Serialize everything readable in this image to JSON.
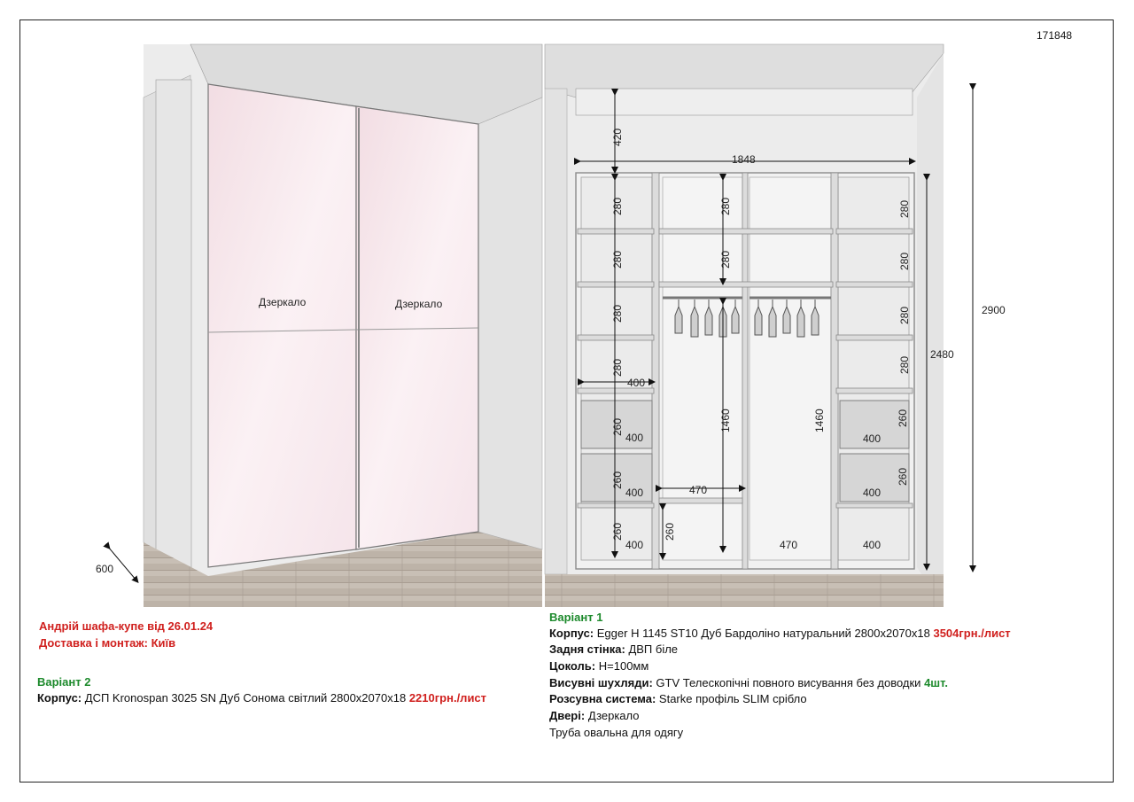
{
  "order_id": "171848",
  "left_view": {
    "door_label_left": "Дзеркало",
    "door_label_right": "Дзеркало",
    "depth_dim": "600"
  },
  "right_view": {
    "width_dim": "1848",
    "top_gap_dim": "420",
    "total_height_dim": "2900",
    "cabinet_height_dim": "2480",
    "shelf_dims_left": [
      "280",
      "280",
      "280",
      "280"
    ],
    "shelf_dims_mid": [
      "280",
      "280"
    ],
    "shelf_dims_right": [
      "280",
      "280",
      "280",
      "280"
    ],
    "left_section_width": "400",
    "drawer_heights_left": [
      "260",
      "260",
      "260"
    ],
    "drawer_widths_left": [
      "400",
      "400",
      "400"
    ],
    "drawer_heights_right": [
      "260",
      "260"
    ],
    "drawer_widths_right": [
      "400",
      "400",
      "400"
    ],
    "hang_height_left": "1460",
    "hang_height_right": "1460",
    "mid_width_top": "470",
    "mid_width_bottom": "470",
    "mid_bottom_height": "260"
  },
  "client": {
    "title": "Андрій шафа-купе від 26.01.24",
    "delivery": "Доставка і монтаж: Київ"
  },
  "variant2": {
    "heading": "Варіант 2",
    "body_label": "Корпус:",
    "body_value": "ДСП Kronospan 3025 SN Дуб Сонома світлий 2800х2070х18",
    "price": "2210грн./лист"
  },
  "variant1": {
    "heading": "Варіант 1",
    "body_label": "Корпус:",
    "body_value": "Egger H 1145 ST10 Дуб Бардоліно натуральний 2800х2070х18",
    "body_price": "3504грн./лист",
    "back_label": "Задня стінка:",
    "back_value": "ДВП біле",
    "plinth_label": "Цоколь:",
    "plinth_value": "H=100мм",
    "drawers_label": "Висувні шухляди:",
    "drawers_value": "GTV Телескопічні повного висування без доводки",
    "drawers_count": "4шт.",
    "sliding_label": "Розсувна система:",
    "sliding_value": "Starke профіль SLIM срібло",
    "doors_label": "Двері:",
    "doors_value": "Дзеркало",
    "rail_note": "Труба овальна для одягу"
  },
  "colors": {
    "red": "#d0201e",
    "green": "#1d8a2c",
    "wall": "#e9e9e9",
    "floor": "#b8aea4",
    "mirror": "#f7e8ec"
  }
}
